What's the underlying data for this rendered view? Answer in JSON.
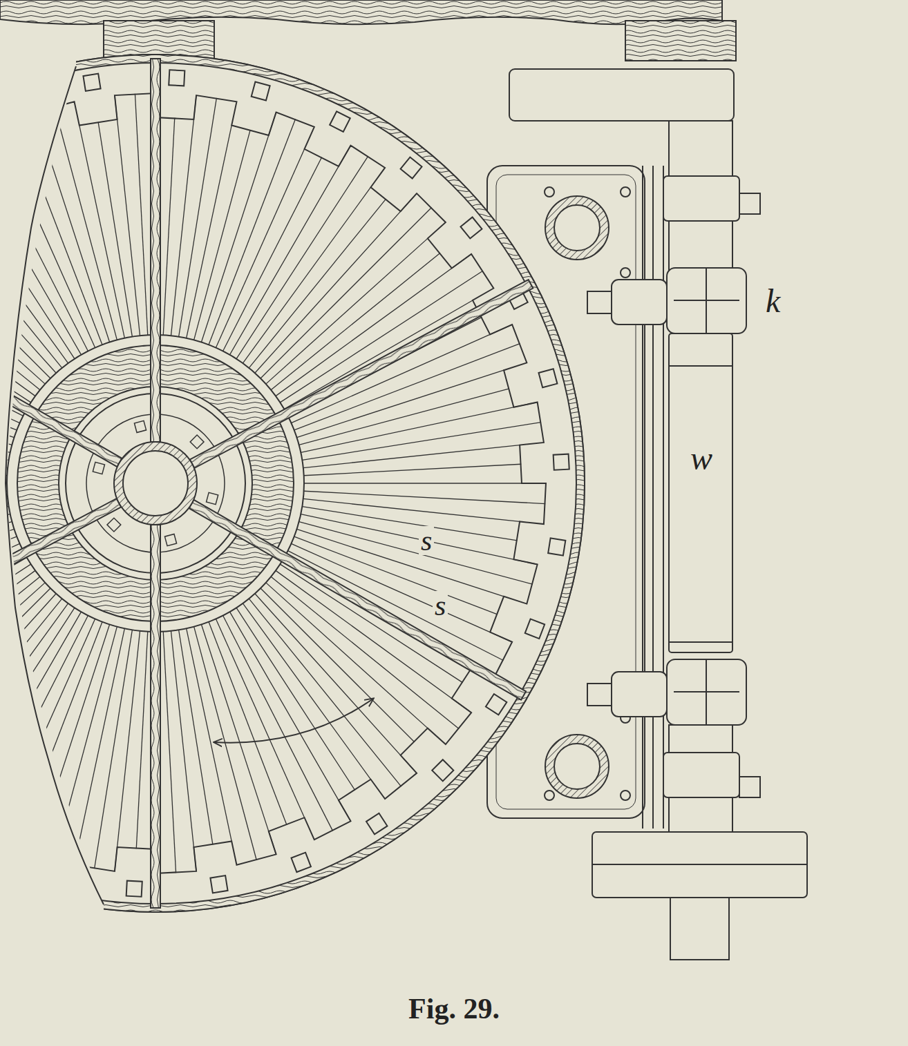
{
  "diagram": {
    "caption": "Fig. 29.",
    "labels": [
      "k",
      "w",
      "s",
      "s"
    ]
  }
}
